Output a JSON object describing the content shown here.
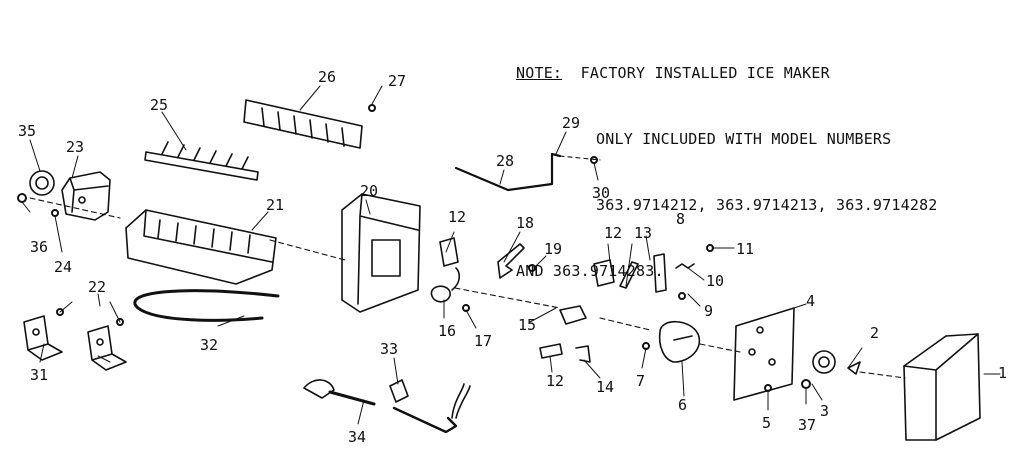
{
  "note": {
    "heading": "NOTE:",
    "line1": "FACTORY INSTALLED ICE MAKER",
    "line2": "ONLY INCLUDED WITH MODEL NUMBERS",
    "line3": "363.9714212, 363.9714213, 363.9714282",
    "line4": "AND 363.9714283."
  },
  "callouts": [
    "1",
    "2",
    "3",
    "4",
    "5",
    "6",
    "7",
    "8",
    "9",
    "10",
    "11",
    "12",
    "12",
    "12",
    "13",
    "14",
    "15",
    "16",
    "17",
    "18",
    "19",
    "20",
    "21",
    "22",
    "23",
    "24",
    "25",
    "26",
    "27",
    "28",
    "29",
    "30",
    "31",
    "32",
    "33",
    "34",
    "35",
    "36",
    "37"
  ],
  "colors": {
    "ink": "#111111",
    "paper": "#ffffff"
  }
}
